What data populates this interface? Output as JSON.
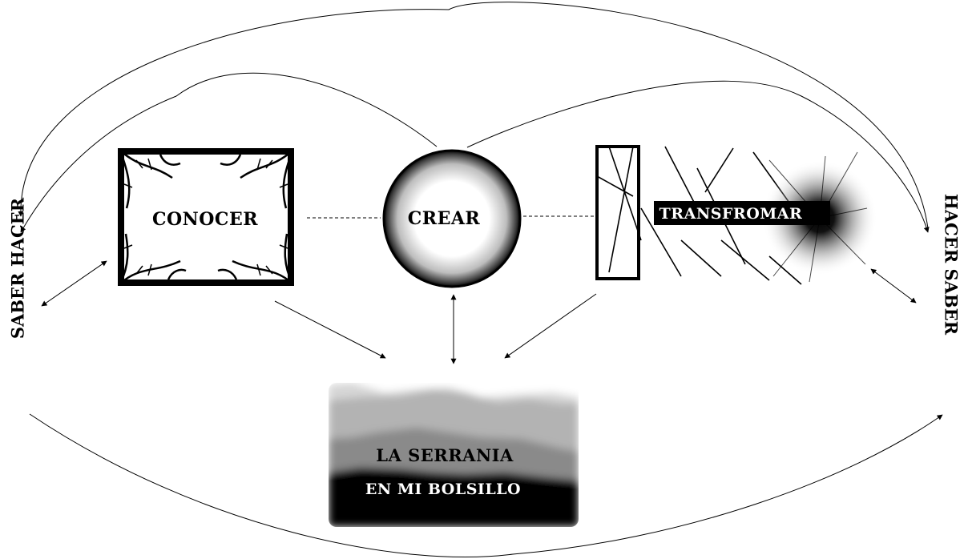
{
  "nodes": {
    "conocer": "CONOCER",
    "crear": "CREAR",
    "transformar": "TRANSFROMAR",
    "serrania_line1": "LA SERRANIA",
    "serrania_line2": "EN MI BOLSILLO"
  },
  "side_labels": {
    "left": "SABER HACER",
    "right": "HACER SABER"
  }
}
